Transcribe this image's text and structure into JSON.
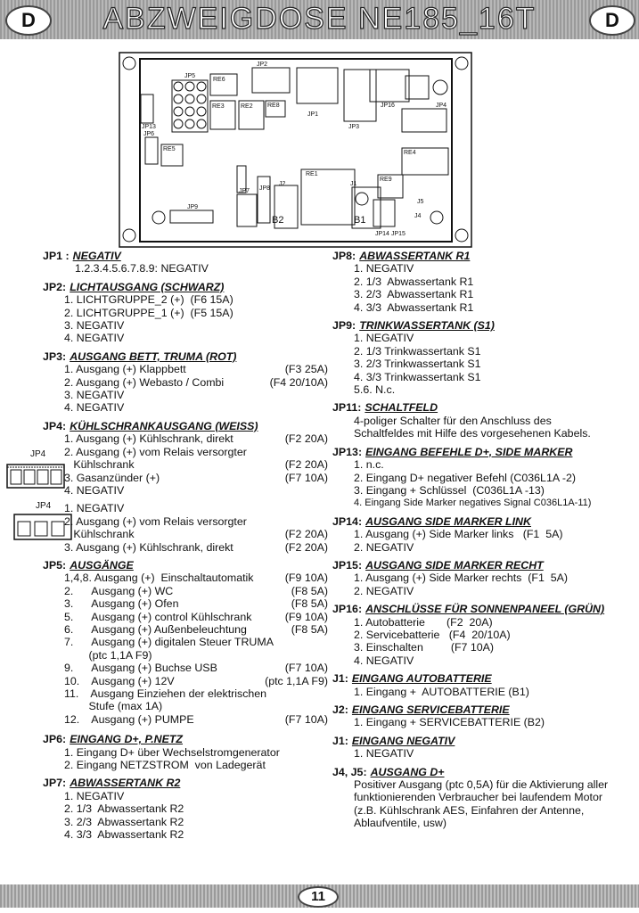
{
  "header": {
    "title": "ABZWEIGDOSE NE185_16T",
    "badge": "D"
  },
  "footer": {
    "page": "11"
  },
  "diagram": {
    "labels": [
      "JP5",
      "JP2",
      "JP3",
      "JP4",
      "JP16",
      "JP13",
      "JP6",
      "RE6",
      "RE3",
      "RE2",
      "RE8",
      "RE5",
      "RE4",
      "RE1",
      "RE9",
      "JP1",
      "JP8",
      "JP9",
      "JP7",
      "J2",
      "J1",
      "J5",
      "J4",
      "JP14",
      "JP15",
      "B2",
      "B1"
    ]
  },
  "jp4_icons": {
    "label1": "JP4",
    "label2": "JP4"
  },
  "left": [
    {
      "h": "JP1 :",
      "t": "NEGATIV",
      "items": [
        {
          "x": "1.2.3.4.5.6.7.8.9: NEGATIV"
        }
      ]
    },
    {
      "h": "JP2:",
      "t": "LICHTAUSGANG (SCHWARZ)",
      "items": [
        {
          "a": "1. LICHTGRUPPE_2 (+)  (F6 15A)"
        },
        {
          "a": "2. LICHTGRUPPE_1 (+)  (F5 15A)"
        },
        {
          "a": "3. NEGATIV"
        },
        {
          "a": "4. NEGATIV"
        }
      ]
    },
    {
      "h": "JP3:",
      "t": "AUSGANG BETT, TRUMA (ROT)",
      "items": [
        {
          "a": "1. Ausgang (+) Klappbett",
          "b": "(F3 25A)"
        },
        {
          "a": "2. Ausgang (+) Webasto / Combi",
          "b": "(F4 20/10A)"
        },
        {
          "a": "3. NEGATIV"
        },
        {
          "a": "4. NEGATIV"
        }
      ]
    },
    {
      "h": "JP4:",
      "t": "KÜHLSCHRANKAUSGANG (WEISS)",
      "items": [
        {
          "a": "1. Ausgang (+) Kühlschrank, direkt",
          "b": "(F2 20A)"
        },
        {
          "a": "2. Ausgang (+) vom Relais versorgter"
        },
        {
          "a": "   Kühlschrank",
          "b": "(F2 20A)"
        },
        {
          "a": "3. Gasanzünder (+)",
          "b": "(F7 10A)"
        },
        {
          "a": "4. NEGATIV"
        }
      ]
    },
    {
      "h": "",
      "t": "",
      "items": [
        {
          "a": "1. NEGATIV"
        },
        {
          "a": "2. Ausgang (+) vom Relais versorgter"
        },
        {
          "a": "   Kühlschrank",
          "b": "(F2 20A)"
        },
        {
          "a": "3. Ausgang (+) Kühlschrank, direkt",
          "b": "(F2 20A)"
        }
      ]
    },
    {
      "h": "JP5:",
      "t": "AUSGÄNGE",
      "items": [
        {
          "a": "1,4,8. Ausgang (+)  Einschaltautomatik",
          "b": "(F9 10A)"
        },
        {
          "a": "2.      Ausgang (+) WC",
          "b": "(F8 5A)"
        },
        {
          "a": "3.      Ausgang (+) Ofen",
          "b": "(F8 5A)"
        },
        {
          "a": "5.      Ausgang (+) control Kühlschrank",
          "b": "(F9 10A)"
        },
        {
          "a": "6.      Ausgang (+) Außenbeleuchtung",
          "b": "(F8 5A)"
        },
        {
          "a": "7.      Ausgang (+) digitalen Steuer TRUMA"
        },
        {
          "a": "        (ptc 1,1A F9)"
        },
        {
          "a": "9.      Ausgang (+) Buchse USB",
          "b": "(F7 10A)"
        },
        {
          "a": "10.    Ausgang (+) 12V",
          "b": "(ptc 1,1A F9)"
        },
        {
          "a": "11.    Ausgang Einziehen der elektrischen"
        },
        {
          "a": "        Stufe (max 1A)"
        },
        {
          "a": "12.    Ausgang (+) PUMPE",
          "b": "(F7 10A)"
        }
      ]
    },
    {
      "h": "JP6:",
      "t": "EINGANG D+, P.NETZ",
      "items": [
        {
          "a": "1. Eingang D+ über Wechselstromgenerator"
        },
        {
          "a": "2. Eingang NETZSTROM  von Ladegerät"
        }
      ]
    },
    {
      "h": "JP7:",
      "t": "ABWASSERTANK R2",
      "items": [
        {
          "a": "1. NEGATIV"
        },
        {
          "a": "2. 1/3  Abwassertank R2"
        },
        {
          "a": "3. 2/3  Abwassertank R2"
        },
        {
          "a": "4. 3/3  Abwassertank R2"
        }
      ]
    }
  ],
  "right": [
    {
      "h": "JP8:",
      "t": "ABWASSERTANK  R1",
      "items": [
        {
          "a": "1. NEGATIV"
        },
        {
          "a": "2. 1/3  Abwassertank R1"
        },
        {
          "a": "3. 2/3  Abwassertank R1"
        },
        {
          "a": "4. 3/3  Abwassertank R1"
        }
      ]
    },
    {
      "h": "JP9:",
      "t": "TRINKWASSERTANK (S1)",
      "items": [
        {
          "a": "1. NEGATIV"
        },
        {
          "a": "2. 1/3 Trinkwassertank S1"
        },
        {
          "a": "3. 2/3 Trinkwassertank S1"
        },
        {
          "a": "4. 3/3 Trinkwassertank S1"
        },
        {
          "a": "5.6. N.c."
        }
      ]
    },
    {
      "h": "JP11:",
      "t": "SCHALTFELD",
      "items": [
        {
          "a": "4-poliger Schalter für den Anschluss des"
        },
        {
          "a": "Schaltfeldes mit Hilfe des vorgesehenen Kabels."
        }
      ]
    },
    {
      "h": "JP13:",
      "t": "EINGANG BEFEHLE D+, SIDE MARKER",
      "items": [
        {
          "a": "1. n.c."
        },
        {
          "a": "2. Eingang D+ negativer Befehl (C036L1A -2)"
        },
        {
          "a": "3. Eingang + Schlüssel  (C036L1A -13)"
        },
        {
          "a": "4. Eingang Side Marker negatives Signal C036L1A-11)",
          "sm": true
        }
      ]
    },
    {
      "h": "JP14:",
      "t": "AUSGANG SIDE MARKER LINK",
      "items": [
        {
          "a": "1. Ausgang (+) Side Marker links   (F1  5A)"
        },
        {
          "a": "2. NEGATIV"
        }
      ]
    },
    {
      "h": "JP15:",
      "t": "AUSGANG SIDE MARKER RECHT",
      "items": [
        {
          "a": "1. Ausgang (+) Side Marker rechts  (F1  5A)"
        },
        {
          "a": "2. NEGATIV"
        }
      ]
    },
    {
      "h": "JP16:",
      "t": "ANSCHLÜSSE FÜR SONNENPANEEL  (GRÜN)",
      "items": [
        {
          "a": "1. Autobatterie       (F2  20A)"
        },
        {
          "a": "2. Servicebatterie   (F4  20/10A)"
        },
        {
          "a": "3. Einschalten         (F7 10A)"
        },
        {
          "a": "4. NEGATIV"
        }
      ]
    },
    {
      "h": "J1:",
      "t": "EINGANG AUTOBATTERIE",
      "items": [
        {
          "a": "1. Eingang +  AUTOBATTERIE (B1)"
        }
      ]
    },
    {
      "h": "J2:",
      "t": "EINGANG SERVICEBATTERIE",
      "items": [
        {
          "a": "1. Eingang + SERVICEBATTERIE (B2)"
        }
      ]
    },
    {
      "h": "J1:",
      "t": "EINGANG NEGATIV",
      "items": [
        {
          "a": "1. NEGATIV"
        }
      ]
    },
    {
      "h": "J4, J5:",
      "t": "AUSGANG D+",
      "items": [
        {
          "a": "Positiver Ausgang (ptc 0,5A) für die Aktivierung aller"
        },
        {
          "a": "funktionierenden Verbraucher bei laufendem Motor"
        },
        {
          "a": "(z.B. Kühlschrank AES, Einfahren der Antenne,"
        },
        {
          "a": "Ablaufventile, usw)"
        }
      ]
    }
  ]
}
